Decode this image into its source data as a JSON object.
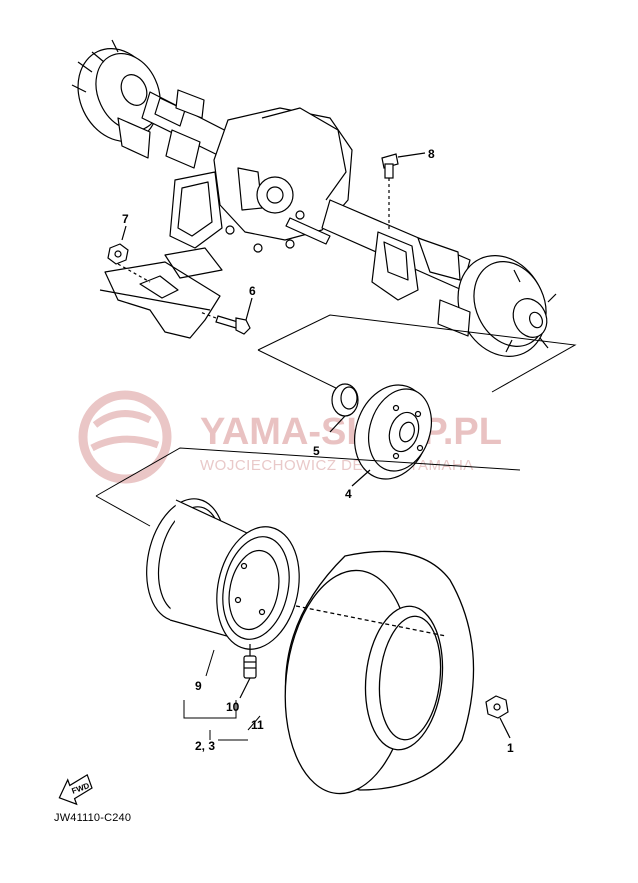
{
  "watermark": {
    "name": "YAMA-SKLEP.PL",
    "subtitle": "WOJCIECHOWICZ DEALER YAMAHA",
    "color": "#e9c2c2"
  },
  "callouts": {
    "c1": "1",
    "c23": "2, 3",
    "c4": "4",
    "c5": "5",
    "c6": "6",
    "c7": "7",
    "c8": "8",
    "c9": "9",
    "c10": "10",
    "c11": "11"
  },
  "fwd_label": "FWD",
  "diagram_code": "JW41110-C240",
  "parts": [
    "rear-axle-assembly",
    "brake-drum",
    "drum-cap",
    "wheel-rim",
    "tire",
    "valve",
    "wheel-nut",
    "flange-bolt",
    "nut",
    "bolt"
  ]
}
